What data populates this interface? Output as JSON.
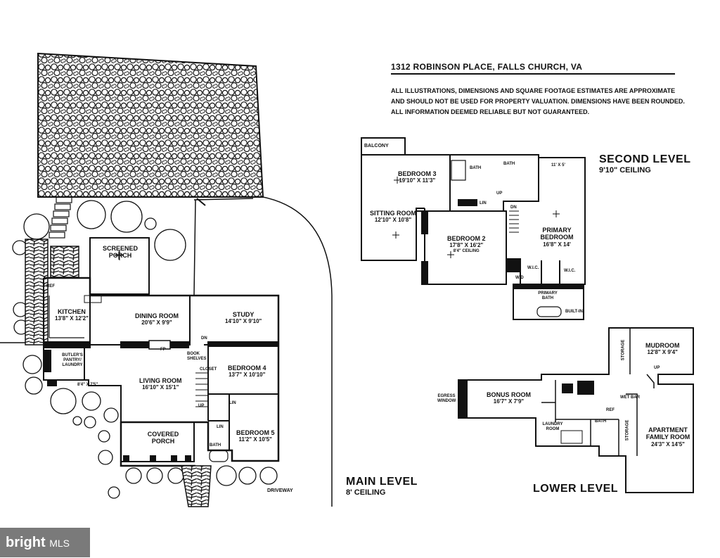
{
  "header": {
    "address": "1312 ROBINSON PLACE, FALLS CHURCH, VA",
    "disclaimer_lines": [
      "ALL ILLUSTRATIONS, DIMENSIONS AND SQUARE FOOTAGE ESTIMATES ARE APPROXIMATE",
      "AND  SHOULD NOT BE USED FOR PROPERTY VALUATION. DIMENSIONS HAVE BEEN ROUNDED.",
      "ALL INFORMATION DEEMED RELIABLE BUT NOT GUARANTEED."
    ]
  },
  "levels": {
    "main": {
      "name": "MAIN LEVEL",
      "ceiling": "8' CEILING"
    },
    "second": {
      "name": "SECOND LEVEL",
      "ceiling": "9'10\" CEILING"
    },
    "lower": {
      "name": "LOWER LEVEL"
    }
  },
  "main_rooms": {
    "screened_porch": "SCREENED PORCH",
    "kitchen": {
      "name": "KITCHEN",
      "dims": "13'8\" X 12'2\""
    },
    "dining": {
      "name": "DINING ROOM",
      "dims": "20'6\" X 9'9\""
    },
    "study": {
      "name": "STUDY",
      "dims": "14'10\" X 9'10\""
    },
    "butlers": "BUTLER'S PANTRY/ LAUNDRY",
    "butlers_dims": "8'4\" X 7'5\"",
    "living": {
      "name": "LIVING ROOM",
      "dims": "16'10\" X 15'1\""
    },
    "bedroom4": {
      "name": "BEDROOM 4",
      "dims": "13'7\" X 10'10\""
    },
    "bedroom5": {
      "name": "BEDROOM 5",
      "dims": "11'2\" X 10'5\""
    },
    "covered_porch": "COVERED PORCH",
    "bath": "BATH",
    "lin": "LIN",
    "lin2": "LIN",
    "ref": "REF",
    "fp": "FP",
    "dn": "DN",
    "up": "UP",
    "closet": "CLOSET",
    "book": "BOOK SHELVES",
    "driveway": "DRIVEWAY"
  },
  "second_rooms": {
    "balcony": "BALCONY",
    "bedroom3": {
      "name": "BEDROOM 3",
      "dims": "19'10\" X 11'3\""
    },
    "bath1": "BATH",
    "bath2": "BATH",
    "closet_dims": "11' X 5'",
    "sitting": {
      "name": "SITTING ROOM",
      "dims": "12'10\" X 10'8\""
    },
    "bedroom2": {
      "name": "BEDROOM 2",
      "dims": "17'8\" X 16'2\"",
      "note": "8'4\" CEILING"
    },
    "primary": {
      "name": "PRIMARY BEDROOM",
      "dims": "16'8\" X 14'"
    },
    "wic1": "W.I.C.",
    "wic2": "W.I.C.",
    "primary_bath": "PRIMARY BATH",
    "built_in": "BUILT-IN",
    "wd": "W/D",
    "up": "UP",
    "dn": "DN",
    "lin": "LIN"
  },
  "lower_rooms": {
    "mudroom": {
      "name": "MUDROOM",
      "dims": "12'8\" X 9'4\""
    },
    "storage1": "STORAGE",
    "storage2": "STORAGE",
    "bonus": {
      "name": "BONUS ROOM",
      "dims": "16'7\" X 7'9\""
    },
    "egress": "EGRESS WINDOW",
    "wet_bar": "WET BAR",
    "ref": "REF",
    "laundry": "LAUNDRY ROOM",
    "bath": "BATH",
    "apartment": {
      "name": "APARTMENT FAMILY ROOM",
      "dims": "24'3\" X 14'5\""
    },
    "up": "UP"
  },
  "watermark": {
    "brand": "bright",
    "suffix": "MLS"
  }
}
